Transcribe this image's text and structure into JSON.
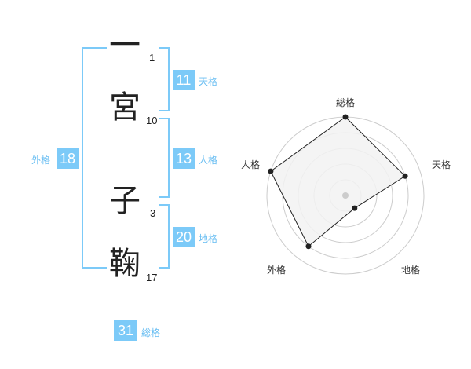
{
  "name": {
    "characters": [
      {
        "char": "一",
        "strokes": "1"
      },
      {
        "char": "宮",
        "strokes": "10"
      },
      {
        "char": "子",
        "strokes": "3"
      },
      {
        "char": "鞠",
        "strokes": "17"
      }
    ]
  },
  "fortunes": {
    "tenkaku": {
      "value": "11",
      "label": "天格"
    },
    "jinkaku": {
      "value": "13",
      "label": "人格"
    },
    "chikaku": {
      "value": "20",
      "label": "地格"
    },
    "gaikaku": {
      "value": "18",
      "label": "外格"
    },
    "soukaku": {
      "value": "31",
      "label": "総格"
    }
  },
  "chart_data": {
    "type": "radar",
    "axes": [
      "総格",
      "天格",
      "地格",
      "外格",
      "人格"
    ],
    "values": [
      5,
      4,
      1,
      4,
      5
    ],
    "range": [
      0,
      5
    ],
    "rings": 5,
    "colors": {
      "fill": "#f2f2f2",
      "line": "#222222",
      "ring": "#cccccc",
      "accent": "#7ccaf8"
    }
  }
}
